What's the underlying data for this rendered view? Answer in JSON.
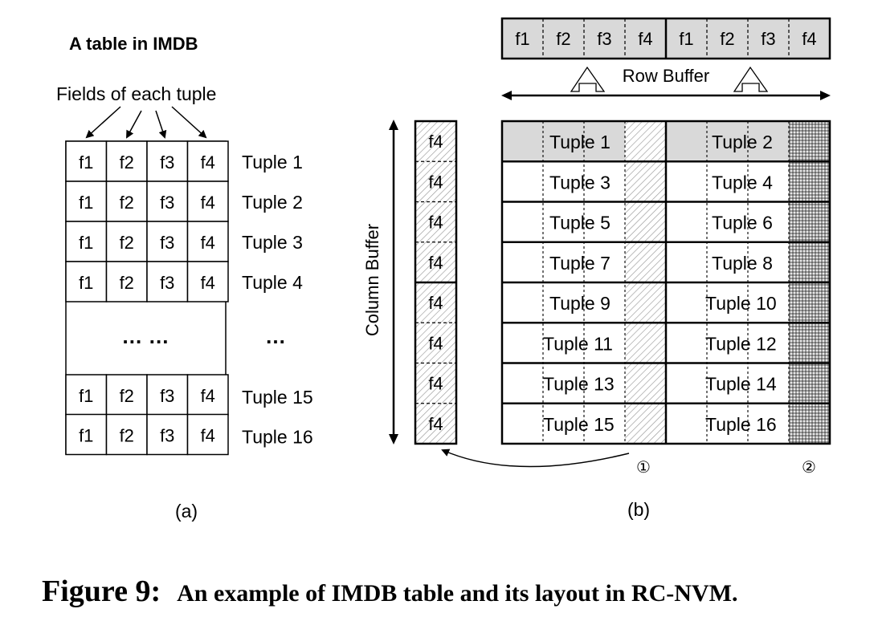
{
  "left": {
    "title": "A table in IMDB",
    "fields_label": "Fields of each tuple",
    "fields": [
      "f1",
      "f2",
      "f3",
      "f4"
    ],
    "top_tuples": [
      "Tuple 1",
      "Tuple 2",
      "Tuple 3",
      "Tuple 4"
    ],
    "ellipsis_wide": "… …",
    "ellipsis_narrow": "…",
    "bottom_tuples": [
      "Tuple 15",
      "Tuple 16"
    ],
    "sublabel": "(a)"
  },
  "right": {
    "row_buffer_fields": [
      "f1",
      "f2",
      "f3",
      "f4",
      "f1",
      "f2",
      "f3",
      "f4"
    ],
    "row_buffer_label": "Row Buffer",
    "column_buffer_label": "Column Buffer",
    "column_buffer_cells": [
      "f4",
      "f4",
      "f4",
      "f4",
      "f4",
      "f4",
      "f4",
      "f4"
    ],
    "grid_left": [
      "Tuple 1",
      "Tuple 3",
      "Tuple 5",
      "Tuple 7",
      "Tuple 9",
      "Tuple 11",
      "Tuple 13",
      "Tuple 15"
    ],
    "grid_right": [
      "Tuple 2",
      "Tuple 4",
      "Tuple 6",
      "Tuple 8",
      "Tuple 10",
      "Tuple 12",
      "Tuple 14",
      "Tuple 16"
    ],
    "marker_1": "①",
    "marker_2": "②",
    "sublabel": "(b)"
  },
  "caption": {
    "label": "Figure 9:",
    "text": "An example of IMDB table and its layout in RC-NVM."
  },
  "colors": {
    "header_gray": "#d9d9d9",
    "hatch": "#9a9a9a",
    "stipple": "#7f7f7f"
  }
}
